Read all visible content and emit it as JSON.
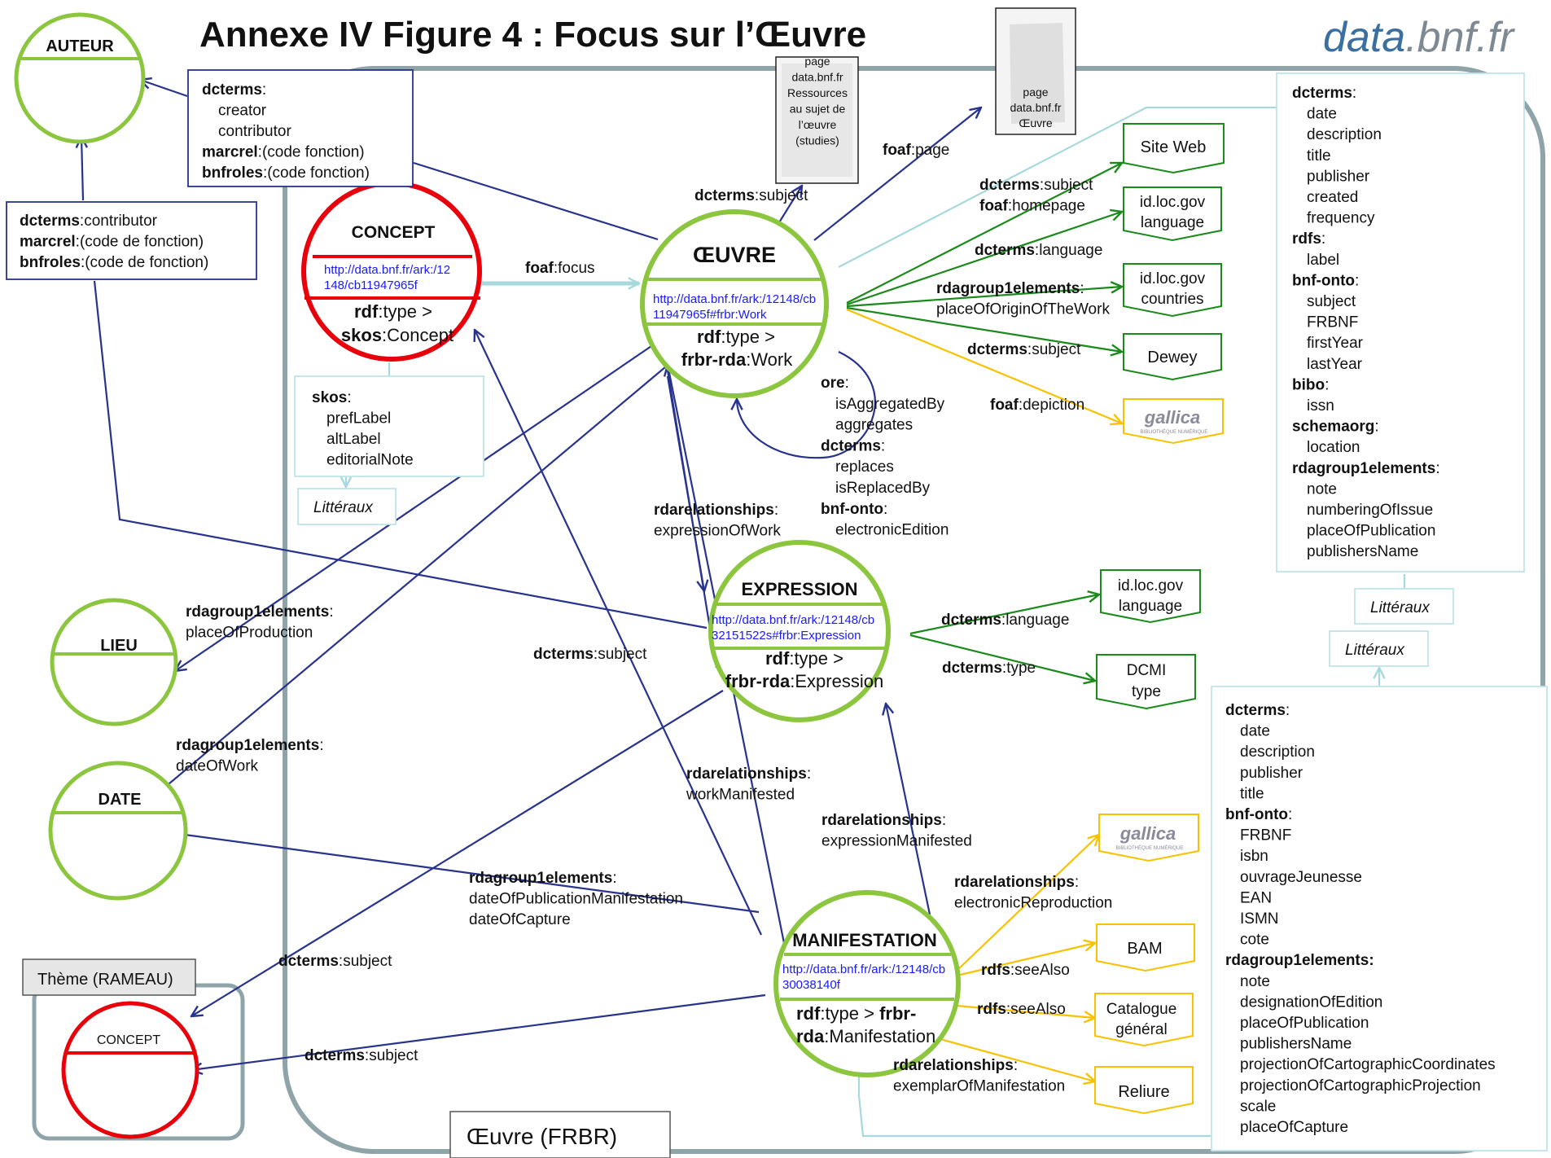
{
  "title": "Annexe IV Figure 4 : Focus sur l’Œuvre",
  "logo": {
    "data": "data",
    "rest": ".bnf.fr"
  },
  "colors": {
    "green": "#8cc63f",
    "red": "#e8000b",
    "blue": "#27338c",
    "light": "#a7d8de",
    "dgreen": "#1a8a1a",
    "yellow": "#f8c200",
    "box": "#bfe3e8",
    "frame": "#8fa4a8"
  },
  "frame_label": "Œuvre (FRBR)",
  "theme_label": "Thème (RAMEAU)",
  "nodes": {
    "auteur": "AUTEUR",
    "lieu": "LIEU",
    "date": "DATE",
    "concept_small": "CONCEPT",
    "concept": {
      "title": "CONCEPT",
      "uri1": "http://data.bnf.fr/ark:/12",
      "uri2": "148/cb11947965f",
      "type1": "rdf",
      "type1b": ":type >",
      "type2": "skos",
      "type2b": ":Concept"
    },
    "oeuvre": {
      "title": "ŒUVRE",
      "uri1": "http://data.bnf.fr/ark:/12148/cb",
      "uri2": "11947965f#frbr:Work",
      "type1": "rdf",
      "type1b": ":type >",
      "type2": "frbr-rda",
      "type2b": ":Work"
    },
    "expression": {
      "title": "EXPRESSION",
      "uri1": "http://data.bnf.fr/ark:/12148/cb",
      "uri2": "32151522s#frbr:Expression",
      "type1": "rdf",
      "type1b": ":type >",
      "type2": "frbr-rda",
      "type2b": ":Expression"
    },
    "manifestation": {
      "title": "MANIFESTATION",
      "uri1": "http://data.bnf.fr/ark:/12148/cb",
      "uri2": "30038140f",
      "type1": "rdf",
      "type1b": ":type > ",
      "type1c": "frbr-",
      "type2": "rda",
      "type2b": ":Manifestation"
    }
  },
  "pages": {
    "studies": [
      "page",
      "data.bnf.fr",
      "Ressources",
      "au sujet de",
      "l’œuvre",
      "(studies)"
    ],
    "oeuvre": [
      "page",
      "data.bnf.fr",
      "Œuvre"
    ]
  },
  "targets": {
    "site_web": "Site Web",
    "idloc_lang": [
      "id.loc.gov",
      "language"
    ],
    "idloc_countries": [
      "id.loc.gov",
      "countries"
    ],
    "dewey": "Dewey",
    "idloc_lang2": [
      "id.loc.gov",
      "language"
    ],
    "dcmi": [
      "DCMI",
      "type"
    ],
    "bam": "BAM",
    "catalogue": [
      "Catalogue",
      "général"
    ],
    "reliure": "Reliure",
    "gallica": "gallica",
    "gallica_sub": "BIBLIOTHÈQUE NUMÉRIQUE"
  },
  "literaux": "Littéraux",
  "boxes": {
    "creator": [
      [
        "dcterms",
        ":"
      ],
      [
        "",
        "creator"
      ],
      [
        "",
        "contributor"
      ],
      [
        "marcrel",
        ":(code fonction)"
      ],
      [
        "bnfroles",
        ":(code fonction)"
      ]
    ],
    "contributor": [
      [
        "dcterms",
        ":contributor"
      ],
      [
        "marcrel",
        ":(code de fonction)"
      ],
      [
        "bnfroles",
        ":(code de fonction)"
      ]
    ],
    "skos": [
      [
        "skos",
        ":"
      ],
      [
        "",
        "prefLabel"
      ],
      [
        "",
        "altLabel"
      ],
      [
        "",
        "editorialNote"
      ]
    ],
    "work_props": [
      [
        "dcterms",
        ":"
      ],
      [
        "",
        "date"
      ],
      [
        "",
        "description"
      ],
      [
        "",
        "title"
      ],
      [
        "",
        "publisher"
      ],
      [
        "",
        "created"
      ],
      [
        "",
        "frequency"
      ],
      [
        "rdfs",
        ":"
      ],
      [
        "",
        "label"
      ],
      [
        "bnf-onto",
        ":"
      ],
      [
        "",
        "subject"
      ],
      [
        "",
        "FRBNF"
      ],
      [
        "",
        "firstYear"
      ],
      [
        "",
        "lastYear"
      ],
      [
        "bibo",
        ":"
      ],
      [
        "",
        "issn"
      ],
      [
        "schemaorg",
        ":"
      ],
      [
        "",
        "location"
      ],
      [
        "rdagroup1elements",
        ":"
      ],
      [
        "",
        "note"
      ],
      [
        "",
        "numberingOfIssue"
      ],
      [
        "",
        "placeOfPublication"
      ],
      [
        "",
        "publishersName"
      ]
    ],
    "manif_props": [
      [
        "dcterms",
        ":"
      ],
      [
        "",
        "date"
      ],
      [
        "",
        "description"
      ],
      [
        "",
        "publisher"
      ],
      [
        "",
        "title"
      ],
      [
        "bnf-onto",
        ":"
      ],
      [
        "",
        "FRBNF"
      ],
      [
        "",
        "isbn"
      ],
      [
        "",
        "ouvrageJeunesse"
      ],
      [
        "",
        "EAN"
      ],
      [
        "",
        "ISMN"
      ],
      [
        "",
        "cote"
      ],
      [
        "rdagroup1elements:",
        ""
      ],
      [
        "",
        "note"
      ],
      [
        "",
        "designationOfEdition"
      ],
      [
        "",
        "placeOfPublication"
      ],
      [
        "",
        "publishersName"
      ],
      [
        "",
        "projectionOfCartographicCoordinates"
      ],
      [
        "",
        "projectionOfCartographicProjection"
      ],
      [
        "",
        "scale"
      ],
      [
        "",
        "placeOfCapture"
      ]
    ]
  },
  "labels": {
    "foaf_focus": [
      [
        "foaf",
        ":focus"
      ]
    ],
    "subject_studies": [
      [
        "dcterms",
        ":subject"
      ]
    ],
    "foaf_page": [
      [
        "foaf",
        ":page"
      ]
    ],
    "subject_homepage": [
      [
        "dcterms",
        ":subject"
      ],
      [
        "foaf",
        ":homepage"
      ]
    ],
    "language1": [
      [
        "dcterms",
        ":language"
      ]
    ],
    "place_origin": [
      [
        "rdagroup1elements",
        ":"
      ],
      [
        "",
        "placeOfOriginOfTheWork"
      ]
    ],
    "subject_dewey": [
      [
        "dcterms",
        ":subject"
      ]
    ],
    "depiction": [
      [
        "foaf",
        ":depiction"
      ]
    ],
    "ore": [
      [
        "ore",
        ":"
      ],
      [
        "",
        "   isAggregatedBy"
      ],
      [
        "",
        "   aggregates"
      ],
      [
        "dcterms",
        ":"
      ],
      [
        "",
        "   replaces"
      ],
      [
        "",
        "   isReplacedBy"
      ],
      [
        "bnf-onto",
        ":"
      ],
      [
        "",
        "   electronicEdition"
      ]
    ],
    "expression_of_work": [
      [
        "rdarelationships",
        ":"
      ],
      [
        "",
        "expressionOfWork"
      ]
    ],
    "place_production": [
      [
        "rdagroup1elements",
        ":"
      ],
      [
        "",
        "placeOfProduction"
      ]
    ],
    "subject_expr": [
      [
        "dcterms",
        ":subject"
      ]
    ],
    "language2": [
      [
        "dcterms",
        ":language"
      ]
    ],
    "type_dcmi": [
      [
        "dcterms",
        ":type"
      ]
    ],
    "date_of_work": [
      [
        "rdagroup1elements",
        ":"
      ],
      [
        "",
        "dateOfWork"
      ]
    ],
    "work_manifested": [
      [
        "rdarelationships",
        ":"
      ],
      [
        "",
        "workManifested"
      ]
    ],
    "expr_manifested": [
      [
        "rdarelationships",
        ":"
      ],
      [
        "",
        "expressionManifested"
      ]
    ],
    "date_pub": [
      [
        "rdagroup1elements",
        ":"
      ],
      [
        "",
        "dateOfPublicationManifestation"
      ],
      [
        "",
        "dateOfCapture"
      ]
    ],
    "elec_repro": [
      [
        "rdarelationships",
        ":"
      ],
      [
        "",
        "electronicReproduction"
      ]
    ],
    "subject_theme": [
      [
        "dcterms",
        ":subject"
      ]
    ],
    "see_also1": [
      [
        "rdfs",
        ":seeAlso"
      ]
    ],
    "see_also2": [
      [
        "rdfs",
        ":seeAlso"
      ]
    ],
    "subject_concept2": [
      [
        "dcterms",
        ":subject"
      ]
    ],
    "exemplar": [
      [
        "rdarelationships",
        ":"
      ],
      [
        "",
        "exemplarOfManifestation"
      ]
    ]
  }
}
